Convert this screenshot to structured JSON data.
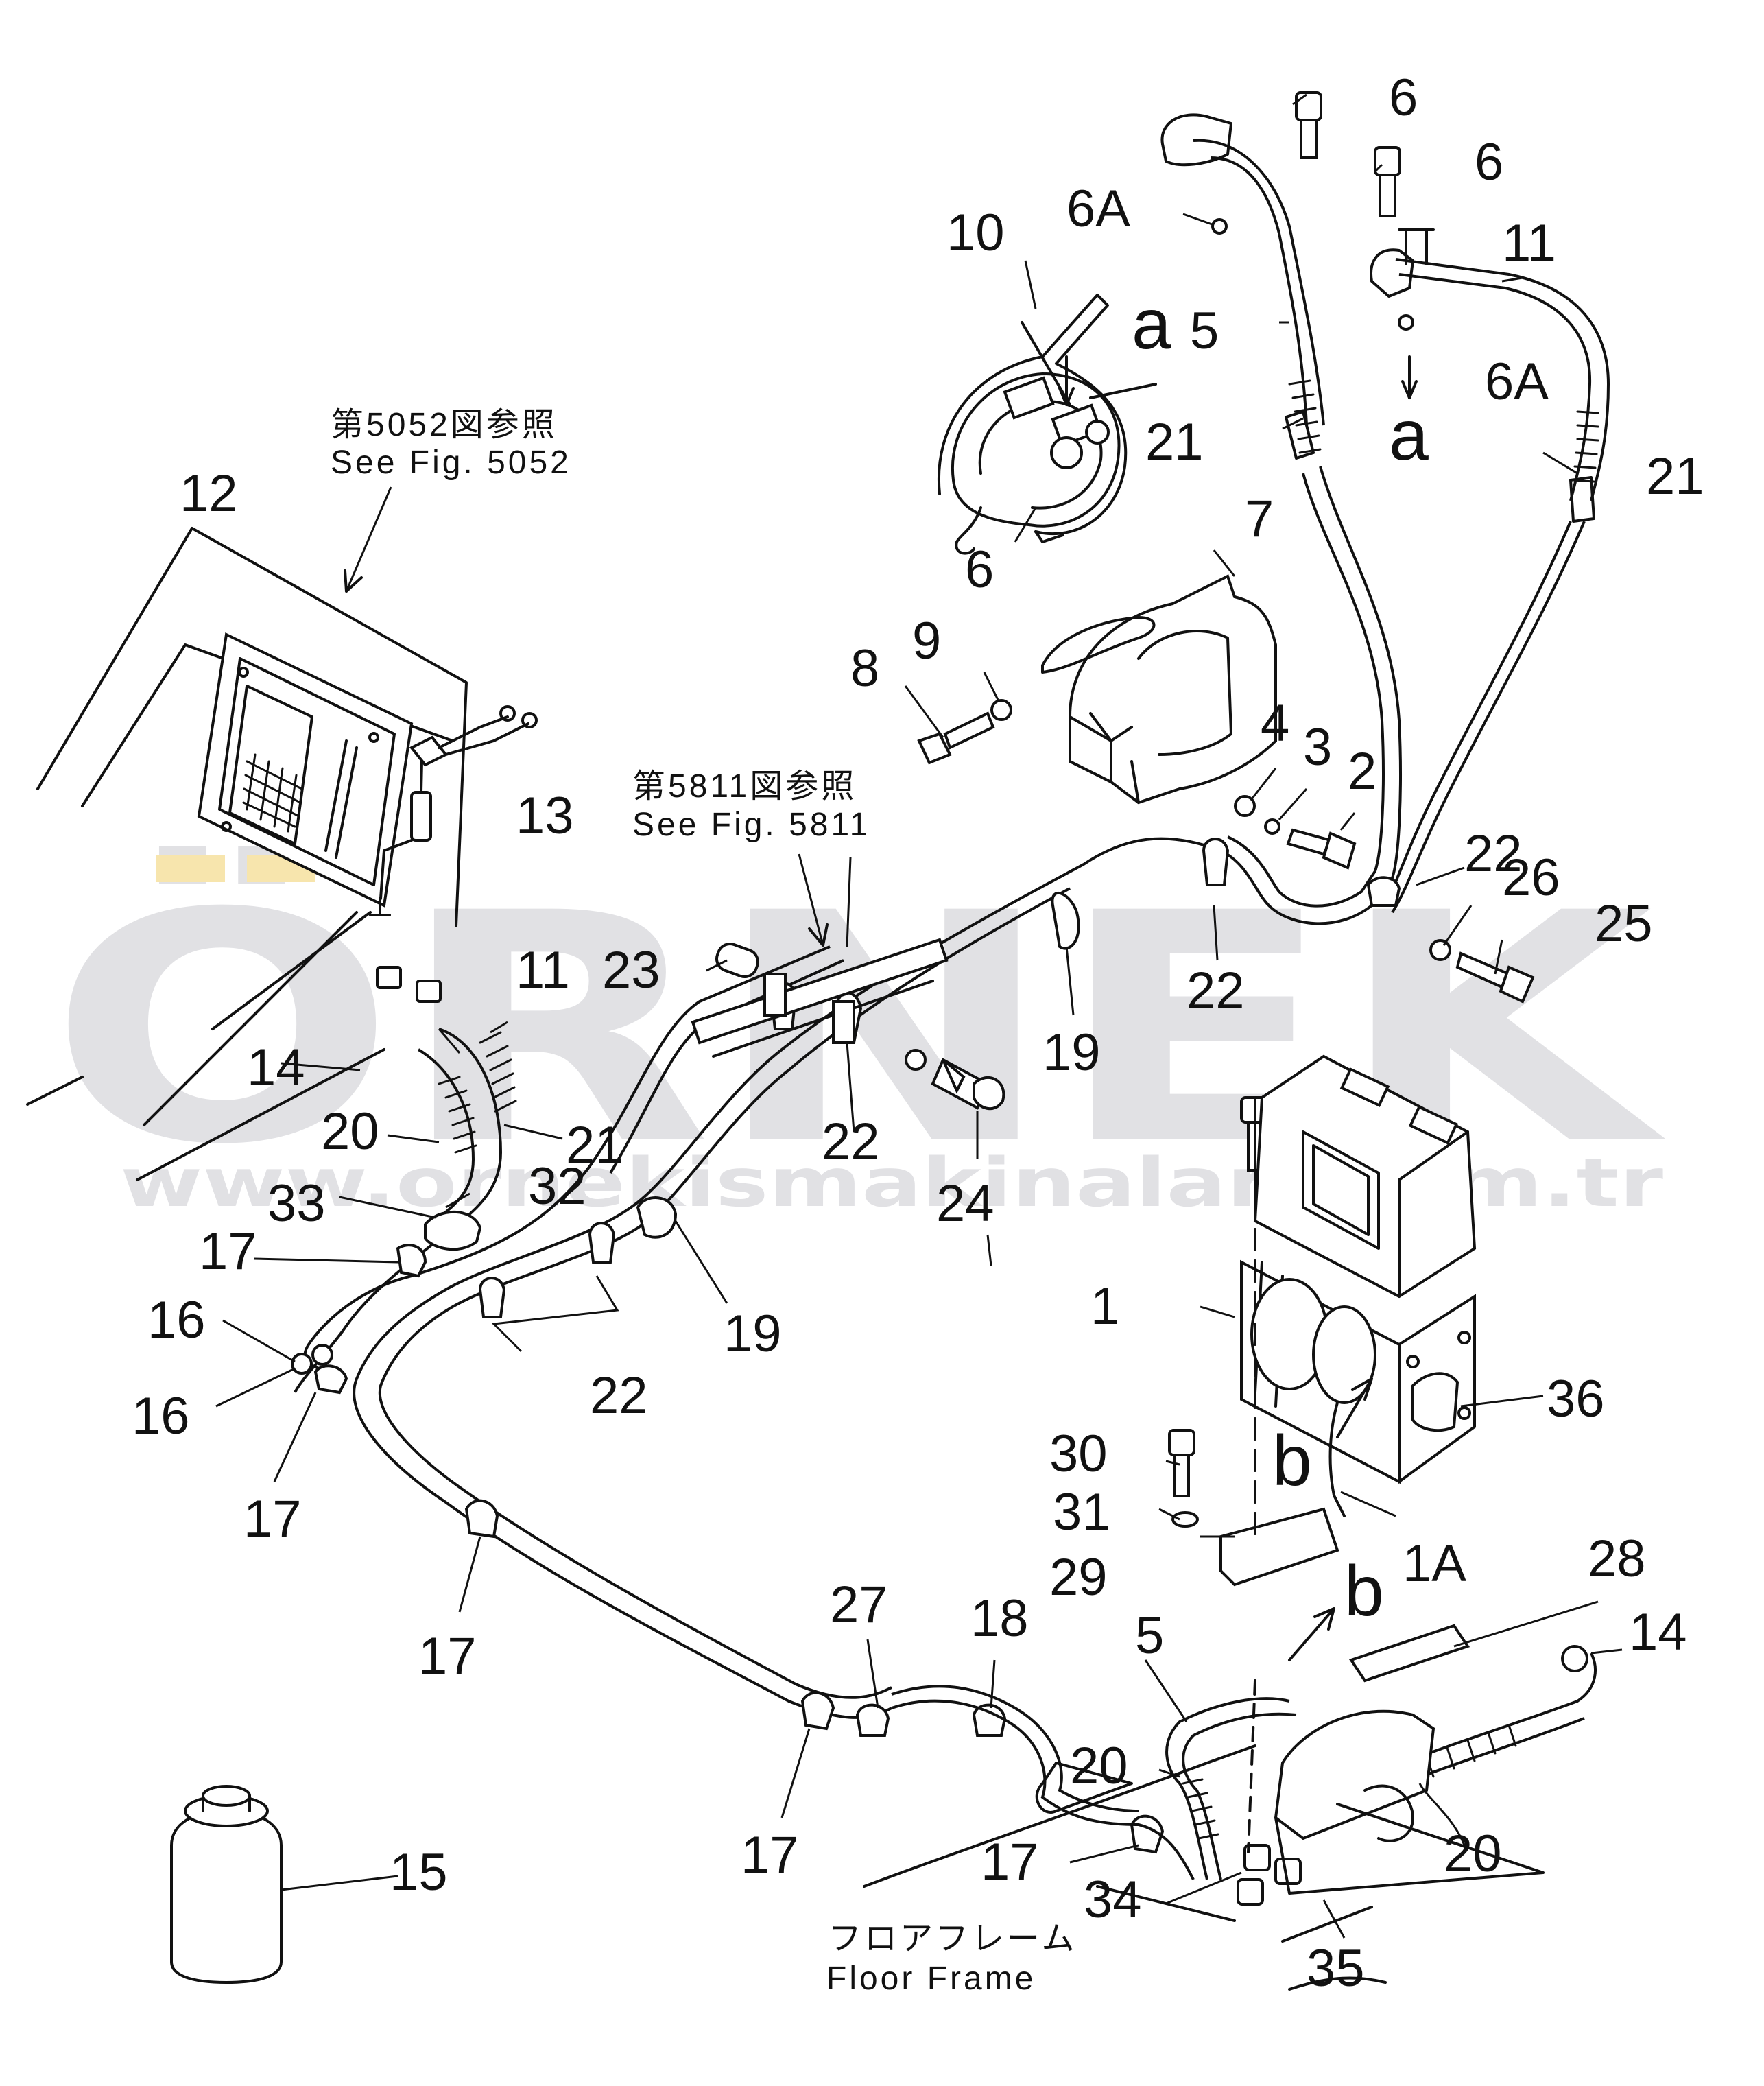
{
  "watermark": {
    "logo": "ÖRNEK",
    "url": "www.ornekismakinalari.com.tr",
    "color": "#c9c9cf",
    "accent": "#f2d06b"
  },
  "references": {
    "fig5052_jp": "第5052図参照",
    "fig5052_en": "See Fig. 5052",
    "fig5811_jp": "第5811図参照",
    "fig5811_en": "See Fig. 5811",
    "floor_jp": "フロアフレーム",
    "floor_en": "Floor Frame"
  },
  "labels": {
    "l1": "1",
    "l1A": "1A",
    "l2": "2",
    "l3": "3",
    "l4": "4",
    "l5a": "5",
    "l5b": "5",
    "l6a": "6",
    "l6b": "6",
    "l6c": "6",
    "l6Aa": "6A",
    "l6Ab": "6A",
    "l7": "7",
    "l8": "8",
    "l9": "9",
    "l10": "10",
    "l11a": "11",
    "l11b": "11",
    "l12": "12",
    "l13": "13",
    "l14a": "14",
    "l14b": "14",
    "l15": "15",
    "l16a": "16",
    "l16b": "16",
    "l17a": "17",
    "l17b": "17",
    "l17c": "17",
    "l17d": "17",
    "l17e": "17",
    "l18": "18",
    "l19a": "19",
    "l19b": "19",
    "l20a": "20",
    "l20b": "20",
    "l20c": "20",
    "l21a": "21",
    "l21b": "21",
    "l21c": "21",
    "l22a": "22",
    "l22b": "22",
    "l22c": "22",
    "l22d": "22",
    "l23": "23",
    "l24": "24",
    "l25": "25",
    "l26": "26",
    "l27": "27",
    "l28": "28",
    "l29": "29",
    "l30": "30",
    "l31": "31",
    "l32": "32",
    "l33": "33",
    "l34": "34",
    "l35": "35",
    "l36": "36",
    "ma1": "a",
    "ma2": "a",
    "mb1": "b",
    "mb2": "b"
  }
}
